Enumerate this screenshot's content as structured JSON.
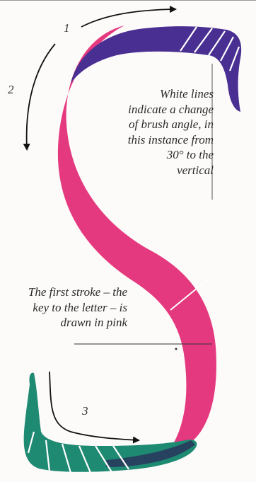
{
  "stroke_numbers": [
    "1",
    "2",
    "3"
  ],
  "annotations": {
    "angle_note": [
      "White lines",
      "indicate a change",
      "of brush angle, in",
      "this instance from",
      "30° to the",
      "vertical"
    ],
    "first_stroke_note": [
      "The first stroke – the",
      "key to the letter – is",
      "drawn in pink"
    ]
  },
  "colors": {
    "pink_stroke": "#e5397f",
    "blue_stroke": "#4a2f93",
    "green_stroke": "#1f8a72",
    "angle_lines": "#ffffff"
  },
  "icons": {
    "arrow_1": "arrow-right-curved-icon",
    "arrow_2": "arrow-down-curved-icon",
    "arrow_3": "arrow-right-hooked-icon"
  }
}
